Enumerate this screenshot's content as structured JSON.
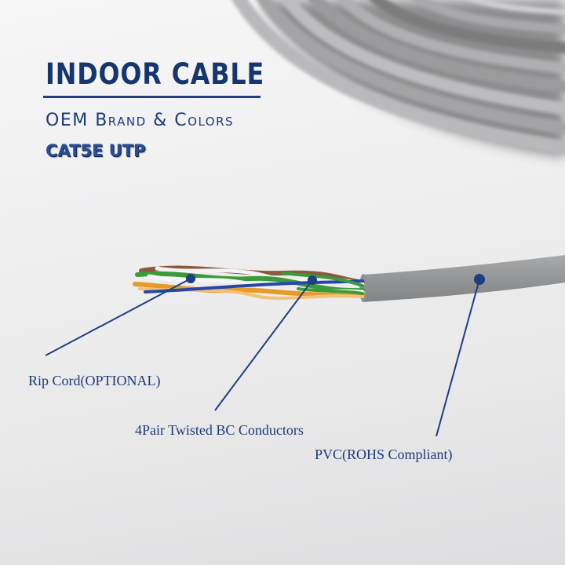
{
  "header": {
    "title": "INDOOR CABLE",
    "subtitle": "OEM Brand & Colors",
    "category": "CAT5E UTP"
  },
  "callouts": [
    {
      "label": "Rip Cord(OPTIONAL)",
      "target": "rip-cord"
    },
    {
      "label": "4Pair Twisted BC Conductors",
      "target": "conductors"
    },
    {
      "label": "PVC(ROHS Compliant)",
      "target": "jacket"
    }
  ],
  "colors": {
    "brand_blue": "#17366f",
    "callout_blue": "#1d3f82",
    "jacket_gray": "#9a9b9c",
    "pair_green": "#3c9a3a",
    "pair_orange": "#e79a2a",
    "pair_brown": "#8a5a3e",
    "pair_blue": "#2846a8"
  }
}
